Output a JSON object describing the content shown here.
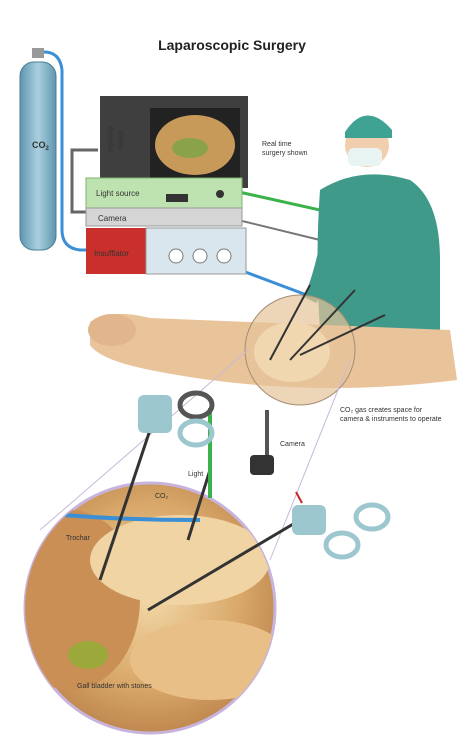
{
  "title": "Laparoscopic Surgery",
  "labels": {
    "co2_tank": "CO",
    "co2_tank_sub": "2",
    "video_monitor_1": "Video",
    "video_monitor_2": "monitor",
    "realtime_1": "Real time",
    "realtime_2": "surgery shown",
    "light_source": "Light source",
    "camera_unit": "Camera",
    "insufflator": "Insufflator",
    "co2_space_1": "CO₂ gas creates space for",
    "co2_space_2": "camera & instruments to operate",
    "camera": "Camera",
    "light": "Light",
    "co2": "CO₂",
    "trochar": "Trochar",
    "gallbladder": "Gall bladder with stones"
  },
  "colors": {
    "co2_line": "#3a8fd6",
    "light_line": "#3bb34a",
    "camera_line": "#555555",
    "tank": "#7fb2c9",
    "insufflator": "#c9302c",
    "light_source": "#bfe3b0",
    "scrubs": "#3f9a8a"
  }
}
